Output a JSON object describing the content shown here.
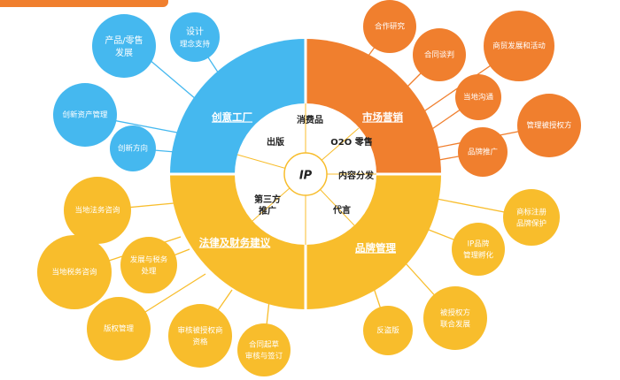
{
  "colors": {
    "blue": "#45b8ef",
    "orange": "#f07f2e",
    "yellow": "#f8bd2c",
    "line_blue": "#45b8ef",
    "line_orange": "#f07f2e",
    "line_yellow": "#f8bd2c"
  },
  "center": {
    "label": "IP"
  },
  "quadrants": {
    "creative": "创意工厂",
    "marketing": "市场营销",
    "legal": "法律及财务建议",
    "brand": "品牌管理"
  },
  "inner_ring": {
    "consumer": "消费品",
    "o2o": "O2O 零售",
    "publish": "出版",
    "content": "内容分发",
    "third": "第三方",
    "third2": "推广",
    "agent": "代言"
  },
  "satellites": {
    "product1": "产品/零售",
    "product2": "发展",
    "design1": "设计",
    "design2": "理念支持",
    "newasset": "创新资产管理",
    "newdir": "创新方向",
    "coop": "合作研究",
    "contract": "合同谈判",
    "biz": "商贸发展和活动",
    "local": "当地沟通",
    "auth": "管理被授权方",
    "brandpromo": "品牌推广",
    "lawconsult": "当地法务咨询",
    "taxconsult": "当地税务咨询",
    "taxdev1": "发展与税务",
    "taxdev2": "处理",
    "copyright": "版权管理",
    "review1": "审核被授权商",
    "review2": "资格",
    "draft1": "合同起草",
    "draft2": "审核与签订",
    "tm1": "商标注册",
    "tm2": "品牌保护",
    "ipbrand1": "IP品牌",
    "ipbrand2": "管理孵化",
    "anti": "反盗版",
    "joint1": "被授权方",
    "joint2": "联合发展"
  }
}
